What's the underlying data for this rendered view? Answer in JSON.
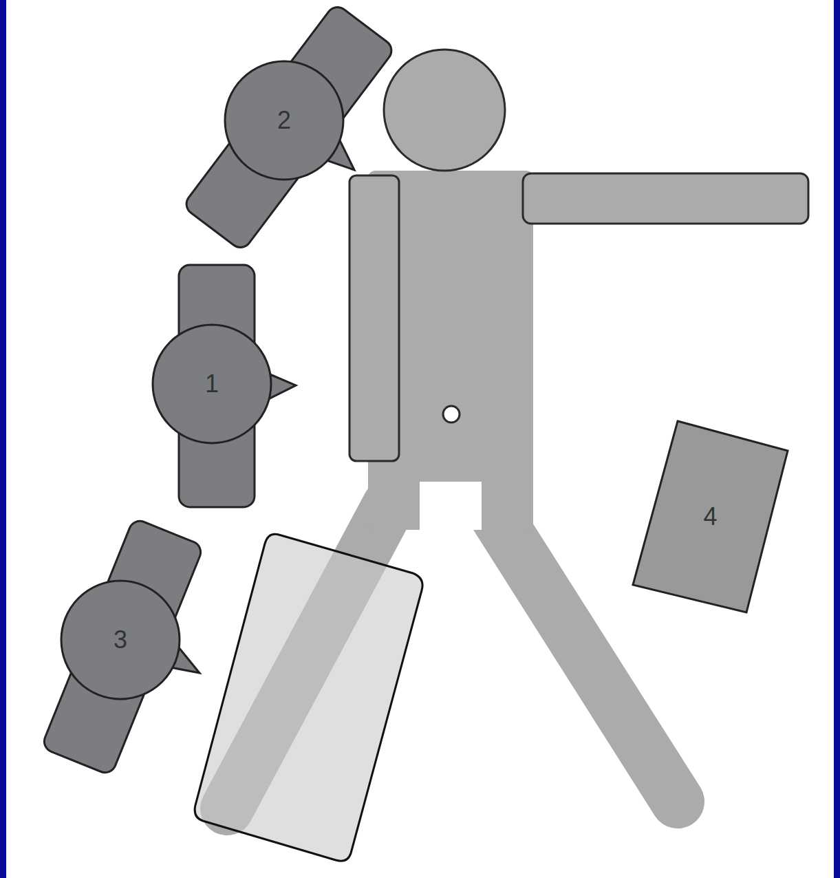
{
  "diagram": {
    "nodes": [
      {
        "text": [
          "2"
        ]
      },
      {
        "text": [
          "1"
        ]
      },
      {
        "text": [
          "4"
        ]
      },
      {
        "text": [
          "3"
        ]
      }
    ]
  }
}
